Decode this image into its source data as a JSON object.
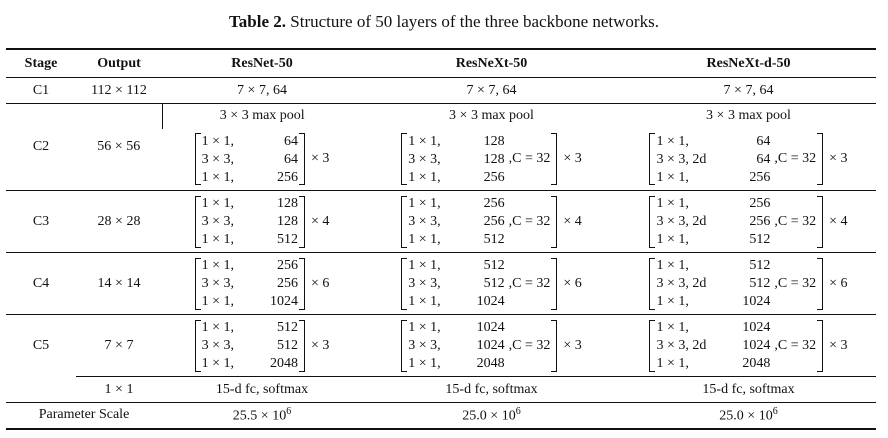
{
  "title": {
    "label": "Table 2.",
    "text": "Structure of 50 layers of the three backbone networks."
  },
  "headers": [
    "Stage",
    "Output",
    "ResNet-50",
    "ResNeXt-50",
    "ResNeXt-d-50"
  ],
  "c1": {
    "stage": "C1",
    "output": "112 × 112",
    "resnet": "7 × 7, 64",
    "resnext": "7 × 7, 64",
    "resnextd": "7 × 7, 64"
  },
  "pool": "3 × 3 max pool",
  "stages": [
    {
      "stage": "C2",
      "output": "56 × 56",
      "resnet": {
        "rows": [
          [
            "1 × 1,",
            "64"
          ],
          [
            "3 × 3,",
            "64"
          ],
          [
            "1 × 1,",
            "256"
          ]
        ],
        "card": "",
        "mult": "× 3"
      },
      "resnext": {
        "rows": [
          [
            "1 × 1,",
            "128"
          ],
          [
            "3 × 3,",
            "128"
          ],
          [
            "1 × 1,",
            "256"
          ]
        ],
        "card": ",C = 32",
        "mult": "× 3"
      },
      "resnextd": {
        "rows": [
          [
            "1 × 1,",
            "64"
          ],
          [
            "3 × 3, 2d",
            "64"
          ],
          [
            "1 × 1,",
            "256"
          ]
        ],
        "card": ",C = 32",
        "mult": "× 3"
      }
    },
    {
      "stage": "C3",
      "output": "28 × 28",
      "resnet": {
        "rows": [
          [
            "1 × 1,",
            "128"
          ],
          [
            "3 × 3,",
            "128"
          ],
          [
            "1 × 1,",
            "512"
          ]
        ],
        "card": "",
        "mult": "× 4"
      },
      "resnext": {
        "rows": [
          [
            "1 × 1,",
            "256"
          ],
          [
            "3 × 3,",
            "256"
          ],
          [
            "1 × 1,",
            "512"
          ]
        ],
        "card": ",C = 32",
        "mult": "× 4"
      },
      "resnextd": {
        "rows": [
          [
            "1 × 1,",
            "256"
          ],
          [
            "3 × 3, 2d",
            "256"
          ],
          [
            "1 × 1,",
            "512"
          ]
        ],
        "card": ",C = 32",
        "mult": "× 4"
      }
    },
    {
      "stage": "C4",
      "output": "14 × 14",
      "resnet": {
        "rows": [
          [
            "1 × 1,",
            "256"
          ],
          [
            "3 × 3,",
            "256"
          ],
          [
            "1 × 1,",
            "1024"
          ]
        ],
        "card": "",
        "mult": "× 6"
      },
      "resnext": {
        "rows": [
          [
            "1 × 1,",
            "512"
          ],
          [
            "3 × 3,",
            "512"
          ],
          [
            "1 × 1,",
            "1024"
          ]
        ],
        "card": ",C = 32",
        "mult": "× 6"
      },
      "resnextd": {
        "rows": [
          [
            "1 × 1,",
            "512"
          ],
          [
            "3 × 3, 2d",
            "512"
          ],
          [
            "1 × 1,",
            "1024"
          ]
        ],
        "card": ",C = 32",
        "mult": "× 6"
      }
    },
    {
      "stage": "C5",
      "output": "7 × 7",
      "resnet": {
        "rows": [
          [
            "1 × 1,",
            "512"
          ],
          [
            "3 × 3,",
            "512"
          ],
          [
            "1 × 1,",
            "2048"
          ]
        ],
        "card": "",
        "mult": "× 3"
      },
      "resnext": {
        "rows": [
          [
            "1 × 1,",
            "1024"
          ],
          [
            "3 × 3,",
            "1024"
          ],
          [
            "1 × 1,",
            "2048"
          ]
        ],
        "card": ",C = 32",
        "mult": "× 3"
      },
      "resnextd": {
        "rows": [
          [
            "1 × 1,",
            "1024"
          ],
          [
            "3 × 3, 2d",
            "1024"
          ],
          [
            "1 × 1,",
            "2048"
          ]
        ],
        "card": ",C = 32",
        "mult": "× 3"
      }
    }
  ],
  "fc": {
    "output": "1 × 1",
    "resnet": "15-d fc, softmax",
    "resnext": "15-d fc, softmax",
    "resnextd": "15-d fc, softmax"
  },
  "params": {
    "label": "Parameter Scale",
    "resnet": "25.5 × 10",
    "resnext": "25.0 × 10",
    "resnextd": "25.0 × 10",
    "exp": "6"
  }
}
